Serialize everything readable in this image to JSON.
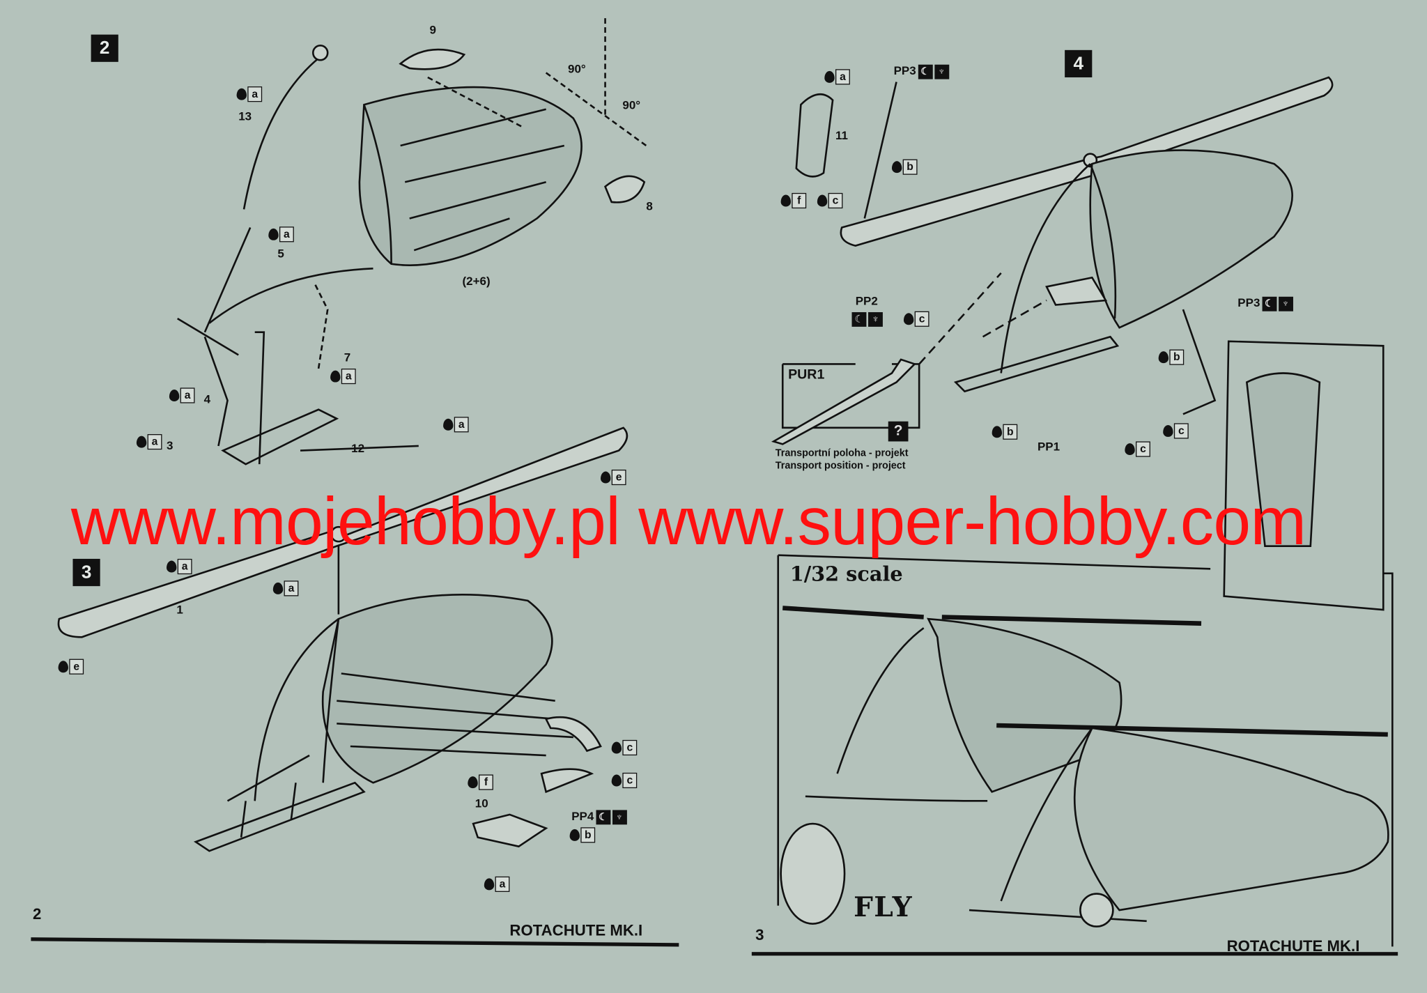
{
  "left_page": {
    "page_number": "2",
    "footer_title": "ROTACHUTE MK.I",
    "step2": {
      "number": "2",
      "parts": [
        "9",
        "13",
        "5",
        "7",
        "4",
        "3",
        "12",
        "8",
        "(2+6)"
      ],
      "angles": [
        "90°",
        "90°"
      ],
      "glue": [
        "a",
        "a",
        "a",
        "a",
        "a",
        "a"
      ]
    },
    "step3": {
      "number": "3",
      "parts": [
        "1",
        "10"
      ],
      "pp4": "PP4",
      "glue": [
        "a",
        "a",
        "e",
        "e",
        "c",
        "c",
        "f",
        "b",
        "a"
      ]
    }
  },
  "right_page": {
    "page_number": "3",
    "footer_title": "ROTACHUTE MK.I",
    "step4": {
      "number": "4",
      "parts": [
        "11"
      ],
      "pp3_top": "PP3",
      "pp2": "PP2",
      "pp3_right": "PP3",
      "pp1": "PP1",
      "pur1": "PUR1",
      "unknown_marker": "?",
      "transport_cz": "Transportní poloha - projekt",
      "transport_en": "Transport position - project",
      "glue": [
        "a",
        "b",
        "f",
        "c",
        "c",
        "b",
        "c",
        "b",
        "c"
      ]
    },
    "scale_label": "1/32 scale",
    "logo_text": "FLY"
  },
  "watermark": "www.mojehobby.pl www.super-hobby.com",
  "colors": {
    "paper": "#b4c2bb",
    "ink": "#111111",
    "watermark": "#ff1010"
  }
}
